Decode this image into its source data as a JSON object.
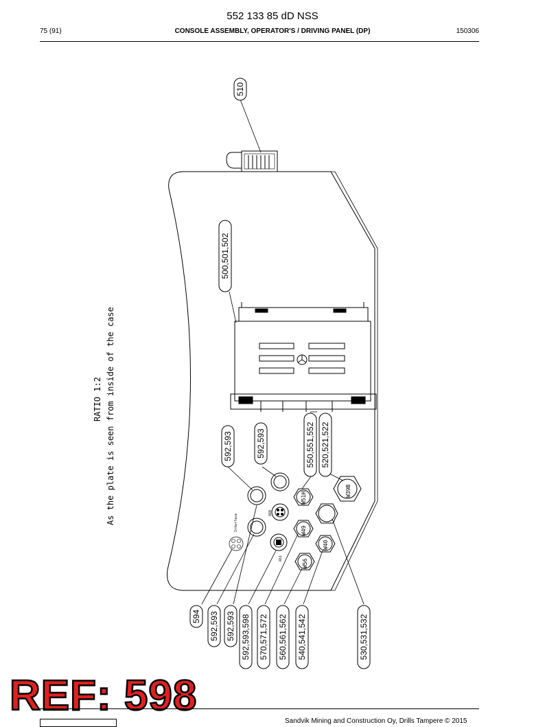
{
  "header": {
    "doc_number": "552 133 85 dD NSS",
    "page_info": "75 (91)",
    "title": "CONSOLE ASSEMBLY, OPERATOR'S / DRIVING PANEL (DP)",
    "date": "150306"
  },
  "drawing": {
    "ratio": "RATIO 1:2",
    "note": "As the plate is seen from inside of the case",
    "callouts": {
      "c510": "510",
      "c500": "500,501,502",
      "c592a": "592,593",
      "c592b": "592,593",
      "c550": "550,551,552",
      "c520": "520,521,522",
      "c594": "594",
      "c592c": "592,593",
      "c592d": "592,593",
      "c592e": "592,593,598",
      "c570": "570,571,572",
      "c560": "560,561,562",
      "c540": "540,541,542",
      "c530": "530,531,532"
    },
    "gland_labels": {
      "w39b": "W39B",
      "w51h": "W51H",
      "w49": "W49",
      "w40": "W40",
      "w56": "W56",
      "x60": "X60",
      "x61": "X61",
      "interface": "Interface"
    }
  },
  "stamp": {
    "ref": "REF: 598"
  },
  "footer": {
    "copyright": "Sandvik Mining and Construction Oy, Drills Tampere © 2015"
  }
}
